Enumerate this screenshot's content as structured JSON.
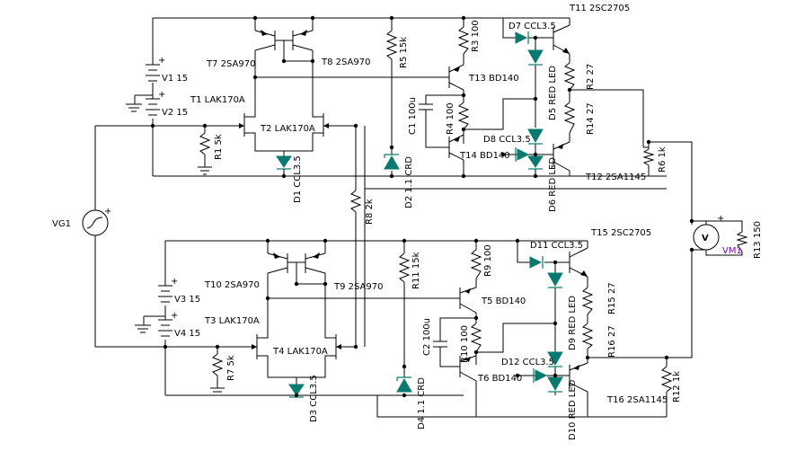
{
  "labels": {
    "vg1": "VG1",
    "v1": "V1 15",
    "v2": "V2 15",
    "v3": "V3 15",
    "v4": "V4 15",
    "t1": "T1 LAK170A",
    "t2": "T2 LAK170A",
    "t3": "T3 LAK170A",
    "t4": "T4 LAK170A",
    "t5": "T5 BD140",
    "t6": "T6 BD140",
    "t7": "T7 2SA970",
    "t8": "T8 2SA970",
    "t9": "T9 2SA970",
    "t10": "T10 2SA970",
    "t11": "T11 2SC2705",
    "t12": "T12 2SA1145",
    "t13": "T13 BD140",
    "t14": "T14 BD140",
    "t15": "T15 2SC2705",
    "t16": "T16 2SA1145",
    "r1": "R1 5k",
    "r2": "R2 27",
    "r3": "R3 100",
    "r4": "R4 100",
    "r5": "R5 15k",
    "r6": "R6 1k",
    "r7": "R7 5k",
    "r8": "R8 2k",
    "r9": "R9 100",
    "r10": "R10 100",
    "r11": "R11 15k",
    "r12": "R12 1k",
    "r13": "R13 150",
    "r14": "R14 27",
    "r15": "R15 27",
    "r16": "R16 27",
    "c1": "C1 100u",
    "c2": "C2 100u",
    "d1": "D1 CCL3.5",
    "d2": "D2 1.1 CRD",
    "d3": "D3 CCL3.5",
    "d4": "D4 1.1 CRD",
    "d5": "D5 RED LED",
    "d6": "D6 RED LED",
    "d7": "D7 CCL3.5",
    "d8": "D8 CCL3.5",
    "d9": "D9 RED LED",
    "d10": "D10 RED LED",
    "d11": "D11 CCL3.5",
    "d12": "D12 CCL3.5",
    "vm1": "VM1",
    "vm_symbol": "V",
    "plus": "+"
  }
}
